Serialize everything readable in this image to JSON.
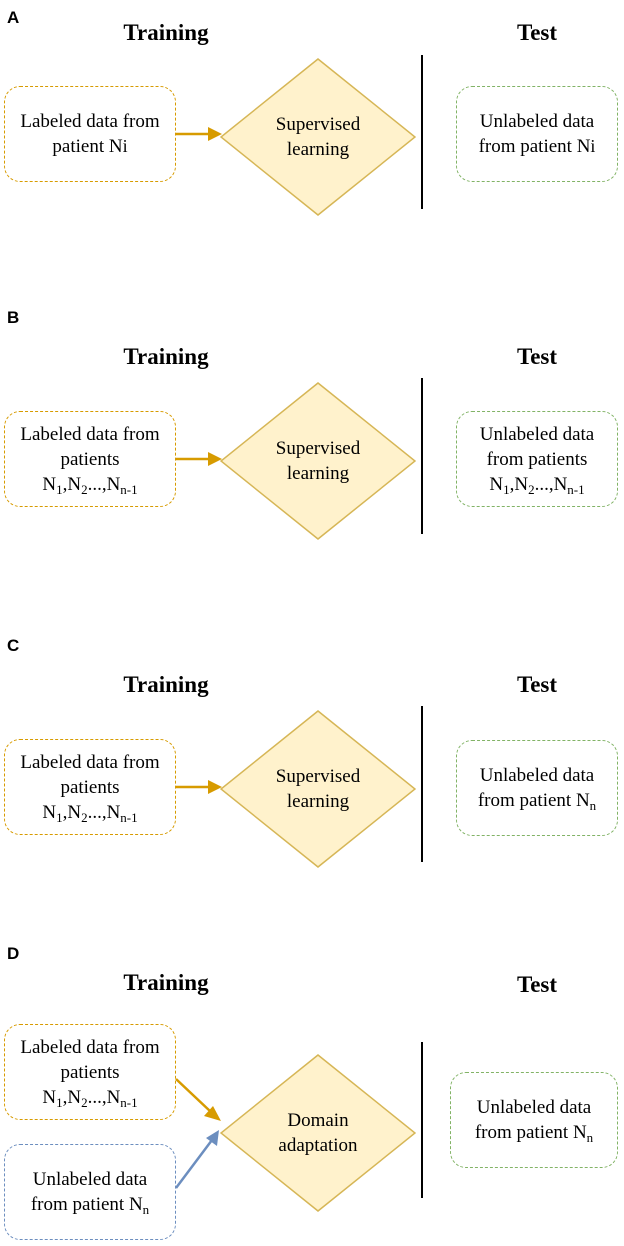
{
  "headings": {
    "training": "Training",
    "test": "Test"
  },
  "panels": [
    {
      "label": "A",
      "train_box": {
        "line1": "Labeled data from",
        "line2": "patient N",
        "line2_sub": "i"
      },
      "diamond": {
        "line1": "Supervised",
        "line2": "learning"
      },
      "test_box": {
        "line1": "Unlabeled data",
        "line2": "from patient N",
        "line2_sub": "i"
      }
    },
    {
      "label": "B",
      "train_box": {
        "line1": "Labeled data from",
        "line2": "patients",
        "seq": {
          "a": "N",
          "a_sub": "1",
          "b": ",N",
          "b_sub": "2",
          "c": "...,N",
          "c_sub": "n-1"
        }
      },
      "diamond": {
        "line1": "Supervised",
        "line2": "learning"
      },
      "test_box": {
        "line1": "Unlabeled data",
        "line2": "from patients",
        "seq": {
          "a": "N",
          "a_sub": "1",
          "b": ",N",
          "b_sub": "2",
          "c": "...,N",
          "c_sub": "n-1"
        }
      }
    },
    {
      "label": "C",
      "train_box": {
        "line1": "Labeled data from",
        "line2": "patients",
        "seq": {
          "a": "N",
          "a_sub": "1",
          "b": ",N",
          "b_sub": "2",
          "c": "...,N",
          "c_sub": "n-1"
        }
      },
      "diamond": {
        "line1": "Supervised",
        "line2": "learning"
      },
      "test_box": {
        "line1": "Unlabeled data",
        "line2": "from patient N",
        "line2_sub": "n"
      }
    },
    {
      "label": "D",
      "train_box": {
        "line1": "Labeled data from",
        "line2": "patients",
        "seq": {
          "a": "N",
          "a_sub": "1",
          "b": ",N",
          "b_sub": "2",
          "c": "...,N",
          "c_sub": "n-1"
        }
      },
      "train_box2": {
        "line1": "Unlabeled data",
        "line2": "from patient N",
        "line2_sub": "n"
      },
      "diamond": {
        "line1": "Domain",
        "line2": "adaptation"
      },
      "test_box": {
        "line1": "Unlabeled data",
        "line2": "from patient N",
        "line2_sub": "n"
      }
    }
  ],
  "colors": {
    "orange_border": "#d79b00",
    "orange_arrow": "#d79b00",
    "blue_arrow": "#6c8ebf",
    "green_border": "#82b366",
    "diamond_fill": "#fff2cc",
    "diamond_stroke": "#d6b656"
  }
}
